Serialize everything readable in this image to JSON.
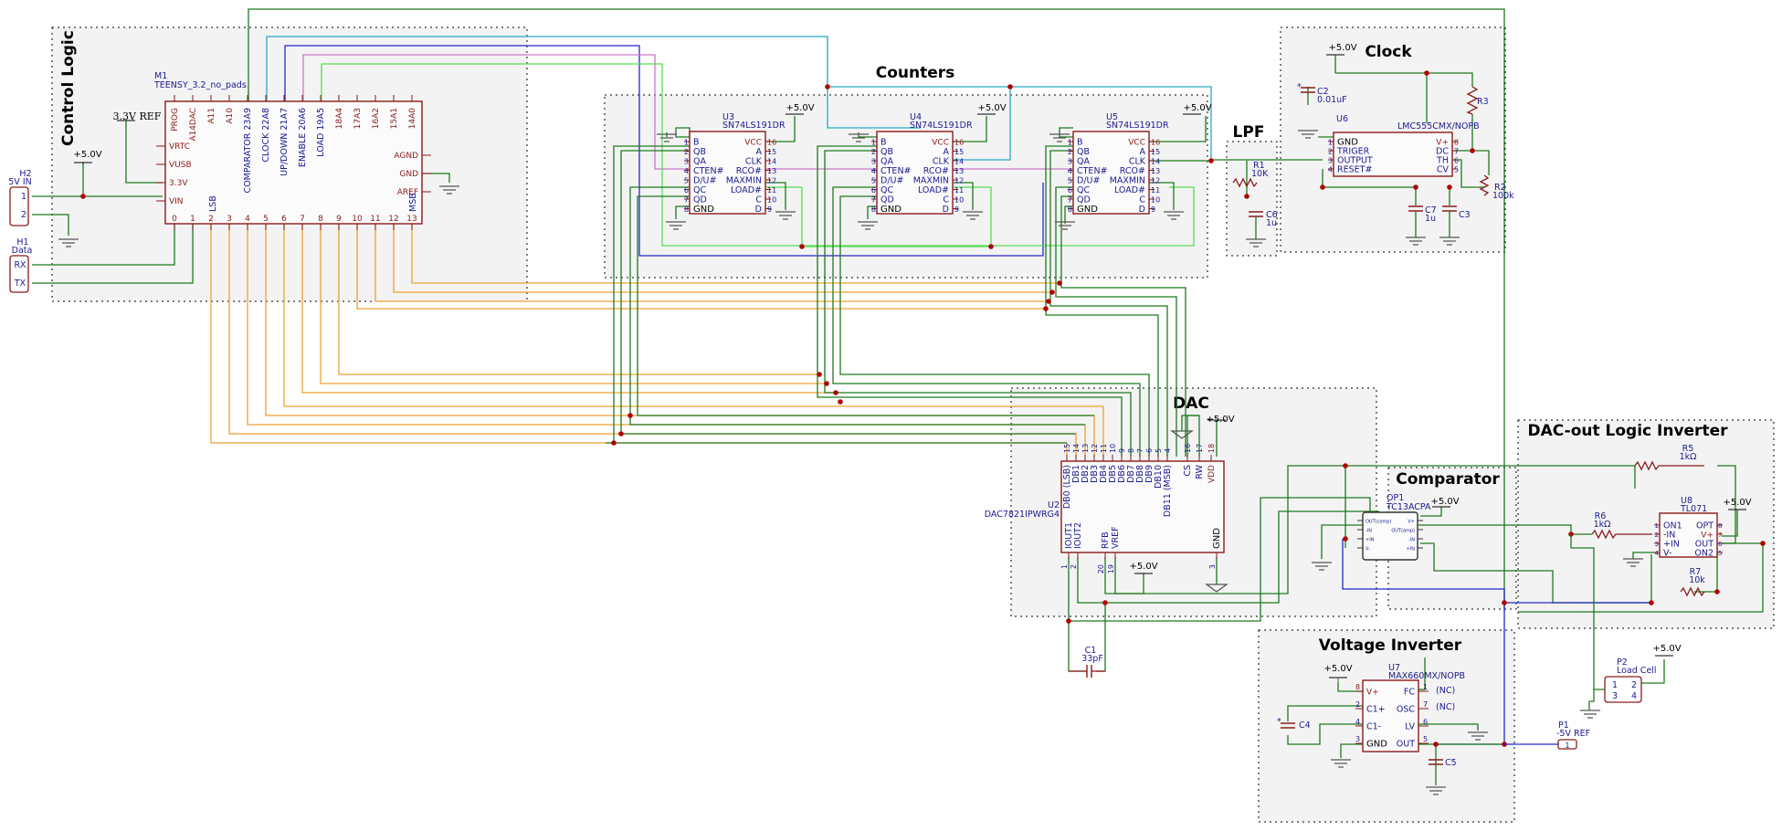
{
  "blocks": {
    "control_logic": "Control Logic",
    "counters": "Counters",
    "clock": "Clock",
    "lpf": "LPF",
    "dac": "DAC",
    "comparator": "Comparator",
    "dac_out_inverter": "DAC-out Logic Inverter",
    "voltage_inverter": "Voltage Inverter"
  },
  "power": {
    "v5": "+5.0V",
    "v33ref": "3.3V REF"
  },
  "connectors": {
    "h2": {
      "ref": "H2",
      "name": "5V IN",
      "pins": [
        "1",
        "2"
      ]
    },
    "h1": {
      "ref": "H1",
      "name": "Data",
      "pins": [
        "RX",
        "TX"
      ]
    },
    "p1": {
      "ref": "P1",
      "name": "-5V REF",
      "pin": "1"
    },
    "p2": {
      "ref": "P2",
      "name": "Load Cell",
      "pins": [
        "1",
        "2",
        "3",
        "4"
      ]
    }
  },
  "teensy": {
    "ref": "M1",
    "value": "TEENSY_3.2_no_pads",
    "top_pins": [
      "PROG",
      "A14DAC",
      "A11",
      "A10",
      "COMPARATOR 23A9",
      "CLOCK 22A8",
      "UP/DOWN 21A7",
      "ENABLE 20A6",
      "LOAD 19A5",
      "18A4",
      "17A3",
      "16A2",
      "15A1",
      "14A0"
    ],
    "left_pins": [
      "VRTC",
      "VUSB",
      "3.3V",
      "VIN"
    ],
    "right_pins": [
      "AGND",
      "GND",
      "AREF"
    ],
    "bottom_pins": [
      "0",
      "1",
      "2",
      "3",
      "4",
      "5",
      "6",
      "7",
      "8",
      "9",
      "10",
      "11",
      "12",
      "13"
    ],
    "lsb": "LSB",
    "msb": "MSB"
  },
  "counter_ic": {
    "value": "SN74LS191DR",
    "refs": [
      "U3",
      "U4",
      "U5"
    ],
    "left_pins": [
      "B",
      "QB",
      "QA",
      "CTEN#",
      "D/U#",
      "QC",
      "QD",
      "GND"
    ],
    "left_nums": [
      "1",
      "2",
      "3",
      "4",
      "5",
      "6",
      "7",
      "8"
    ],
    "right_pins": [
      "VCC",
      "A",
      "CLK",
      "RCO#",
      "MAXMIN",
      "LOAD#",
      "C",
      "D"
    ],
    "right_nums": [
      "16",
      "15",
      "14",
      "13",
      "12",
      "11",
      "10",
      "9"
    ]
  },
  "clock": {
    "ic_ref": "U6",
    "ic_value": "LMC555CMX/NOPB",
    "left_pins": [
      "GND",
      "TRIGER",
      "OUTPUT",
      "RESET#"
    ],
    "left_nums": [
      "1",
      "2",
      "3",
      "4"
    ],
    "right_pins": [
      "V+",
      "DC",
      "TH",
      "CV"
    ],
    "right_nums": [
      "8",
      "7",
      "6",
      "5"
    ],
    "c2": {
      "ref": "C2",
      "value": "0.01uF"
    },
    "c7": {
      "ref": "C7",
      "value": "1u"
    },
    "c3": {
      "ref": "C3"
    },
    "r3": {
      "ref": "R3"
    },
    "r2": {
      "ref": "R2",
      "value": "100k"
    }
  },
  "lpf": {
    "r1": {
      "ref": "R1",
      "value": "10K"
    },
    "c6": {
      "ref": "C6",
      "value": "1u"
    }
  },
  "dac": {
    "ref": "U2",
    "value": "DAC7821IPWRG4",
    "top_pins": [
      "DB0 (LSB)",
      "DB1",
      "DB2",
      "DB3",
      "DB4",
      "DB5",
      "DB6",
      "DB7",
      "DB8",
      "DB9",
      "DB10",
      "DB11 (MSB)",
      "CS",
      "RW",
      "VDD"
    ],
    "top_nums": [
      "15",
      "14",
      "13",
      "12",
      "11",
      "10",
      "9",
      "8",
      "7",
      "6",
      "5",
      "4",
      "16",
      "17",
      "18"
    ],
    "bottom_pins": [
      "IOUT1",
      "IOUT2",
      "RFB",
      "VREF",
      "GND"
    ],
    "bottom_nums": [
      "1",
      "2",
      "20",
      "19",
      "3"
    ],
    "c1": {
      "ref": "C1",
      "value": "33pF"
    }
  },
  "comparator": {
    "ref": "OP1",
    "value": "TC13ACPA",
    "left_pins": [
      "OUT(comp)",
      "-IN",
      "+IN",
      "V-"
    ],
    "right_pins": [
      "V+",
      "OUT(amp)",
      "-IN",
      "+IN"
    ]
  },
  "inverter": {
    "ref": "U8",
    "value": "TL071",
    "left_pins": [
      "ON1",
      "-IN",
      "+IN",
      "V-"
    ],
    "right_pins": [
      "OPT",
      "V+",
      "OUT",
      "ON2"
    ],
    "left_nums": [
      "1",
      "2",
      "3",
      "4"
    ],
    "right_nums": [
      "8",
      "7",
      "6",
      "5"
    ],
    "r5": {
      "ref": "R5",
      "value": "1kΩ"
    },
    "r6": {
      "ref": "R6",
      "value": "1kΩ"
    },
    "r7": {
      "ref": "R7",
      "value": "10k"
    }
  },
  "vinv": {
    "ref": "U7",
    "value": "MAX660MX/NOPB",
    "left_pins": [
      "V+",
      "C1+",
      "C1-",
      "GND"
    ],
    "left_nums": [
      "8",
      "2",
      "4",
      "3"
    ],
    "right_pins": [
      "FC",
      "OSC",
      "LV",
      "OUT"
    ],
    "right_nums": [
      "1",
      "7",
      "6",
      "5"
    ],
    "nc": "(NC)",
    "c4": {
      "ref": "C4"
    },
    "c5": {
      "ref": "C5"
    }
  },
  "colors": {
    "wire_green": "#1f7a1f",
    "wire_orange": "#f0a030",
    "wire_blue": "#2626cc",
    "wire_cyan": "#2aa7c4",
    "wire_lime": "#55dd55",
    "wire_pink": "#cc77cc",
    "ic_outline": "#8b1a1a",
    "block_fill": "#f3f3f3"
  }
}
